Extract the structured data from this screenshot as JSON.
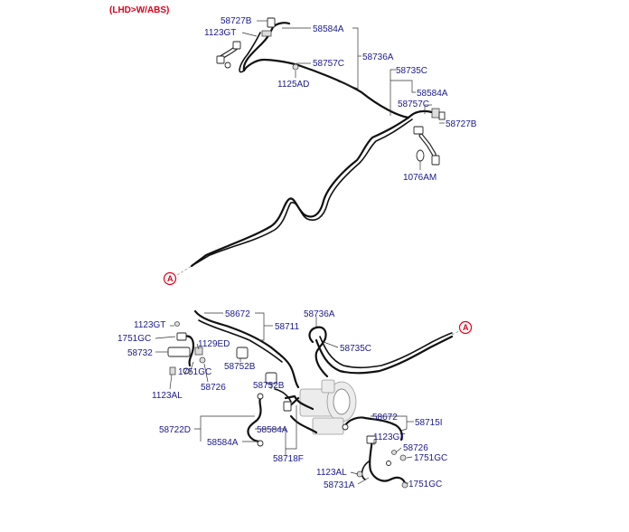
{
  "header": {
    "variant": "(LHD>W/ABS)"
  },
  "marker": {
    "letter": "A"
  },
  "labels": {
    "l58727B_top": "58727B",
    "l1123GT_top": "1123GT",
    "l58584A_top": "58584A",
    "l58736A_top": "58736A",
    "l58757C_top": "58757C",
    "l1125AD": "1125AD",
    "l58735C_top": "58735C",
    "l58584A_right": "58584A",
    "l58757C_right": "58757C",
    "l58727B_right": "58727B",
    "l1076AM": "1076AM",
    "l58672_a": "58672",
    "l58711": "58711",
    "l1123GT_left": "1123GT",
    "l1751GC_left": "1751GC",
    "l58732": "58732",
    "l1129ED": "1129ED",
    "l58752B_a": "58752B",
    "l1751GC_mid": "1751GC",
    "l58726_left": "58726",
    "l1123AL_left": "1123AL",
    "l58752B_b": "58752B",
    "l58736A_bot": "58736A",
    "l58735C_bot": "58735C",
    "l58722D": "58722D",
    "l58584A_mid": "58584A",
    "l58584A_bot": "58584A",
    "l58718F": "58718F",
    "l58672_b": "58672",
    "l58715I": "58715I",
    "l1123GT_right": "1123GT",
    "l58726_right": "58726",
    "l1751GC_right1": "1751GC",
    "l1123AL_right": "1123AL",
    "l58731A": "58731A",
    "l1751GC_right2": "1751GC"
  },
  "colors": {
    "label": "#1a1a8c",
    "accent": "#e0001b",
    "line": "#111111"
  }
}
